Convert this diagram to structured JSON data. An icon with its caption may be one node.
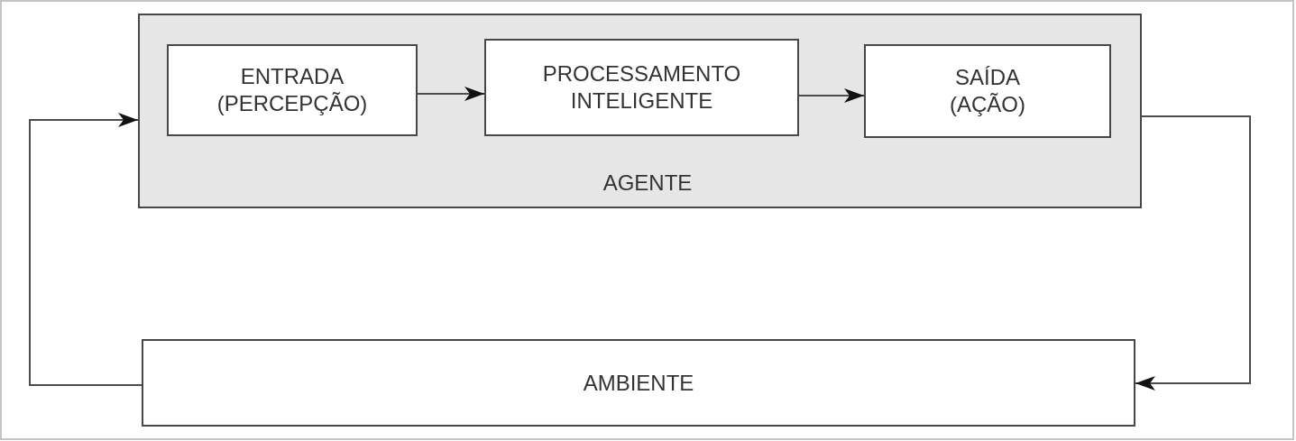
{
  "diagram": {
    "nodes": [
      {
        "text": [
          "AGENTE"
        ]
      },
      {
        "text": [
          "ENTRADA (PERCEPÇÃO)"
        ],
        "in": 0
      },
      {
        "text": [
          "PROCESSAMENTO INTELIGENTE"
        ],
        "in": 0
      },
      {
        "text": [
          "SAÍDA (AÇÃO)"
        ],
        "in": 0
      },
      {
        "text": [
          "AMBIENTE"
        ]
      }
    ],
    "edges": [
      {
        "from": 1,
        "to": 2,
        "arrow": "to"
      },
      {
        "from": 2,
        "to": 3,
        "arrow": "to"
      },
      {
        "from": 0,
        "to": 4,
        "arrow": "to"
      },
      {
        "from": 4,
        "to": 0,
        "arrow": "to"
      }
    ]
  }
}
